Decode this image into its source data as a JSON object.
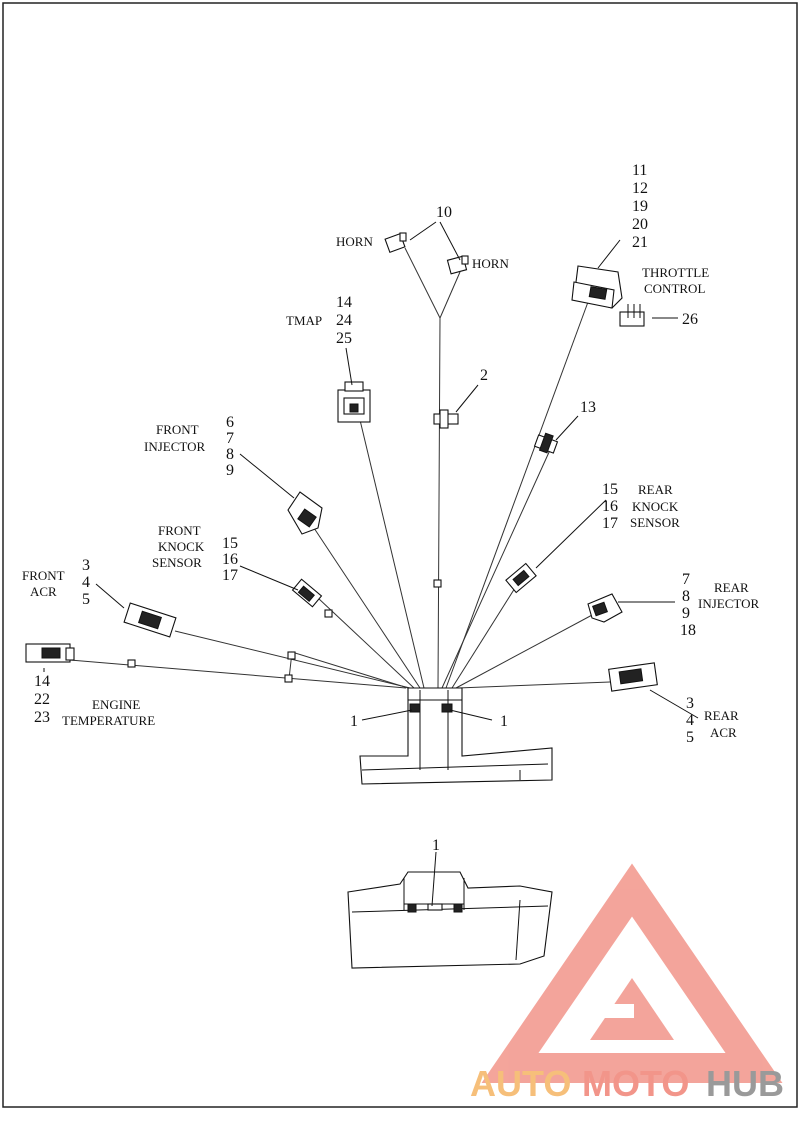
{
  "diagram": {
    "labels": {
      "horn_left": "HORN",
      "horn_right": "HORN",
      "horn_num": "10",
      "tmap": "TMAP",
      "tmap_nums": [
        "14",
        "24",
        "25"
      ],
      "throttle_nums": [
        "11",
        "12",
        "19",
        "20",
        "21"
      ],
      "throttle_line1": "THROTTLE",
      "throttle_line2": "CONTROL",
      "throttle_part": "26",
      "item2": "2",
      "item13": "13",
      "front_injector_line1": "FRONT",
      "front_injector_line2": "INJECTOR",
      "front_injector_nums": [
        "6",
        "7",
        "8",
        "9"
      ],
      "front_knock_line1": "FRONT",
      "front_knock_line2": "KNOCK",
      "front_knock_line3": "SENSOR",
      "front_knock_nums": [
        "15",
        "16",
        "17"
      ],
      "front_acr_line1": "FRONT",
      "front_acr_line2": "ACR",
      "front_acr_nums": [
        "3",
        "4",
        "5"
      ],
      "engine_temp_line1": "ENGINE",
      "engine_temp_line2": "TEMPERATURE",
      "engine_temp_nums": [
        "14",
        "22",
        "23"
      ],
      "rear_knock_nums": [
        "15",
        "16",
        "17"
      ],
      "rear_knock_line1": "REAR",
      "rear_knock_line2": "KNOCK",
      "rear_knock_line3": "SENSOR",
      "rear_injector_nums": [
        "7",
        "8",
        "9",
        "18"
      ],
      "rear_injector_line1": "REAR",
      "rear_injector_line2": "INJECTOR",
      "rear_acr_nums": [
        "3",
        "4",
        "5"
      ],
      "rear_acr_line1": "REAR",
      "rear_acr_line2": "ACR",
      "clip_left": "1",
      "clip_right": "1",
      "detail_clip": "1"
    },
    "watermark": {
      "part1": "AUTO",
      "part2": "MOTO",
      "part3": "HUB",
      "color_main": "#f2958a",
      "color_light": "#f6bf7a",
      "color_dark": "#9a9a9a"
    }
  }
}
